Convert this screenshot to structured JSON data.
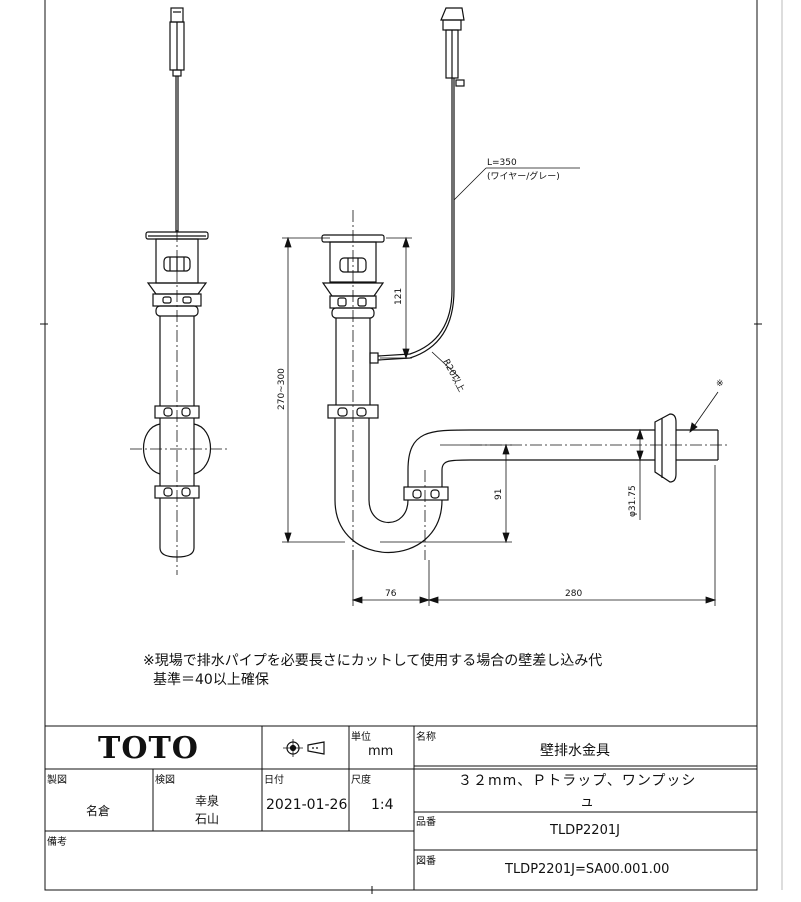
{
  "annotations": {
    "wire_length": "L=350",
    "wire_desc": "(ワイヤー/グレー)",
    "dim_121": "121",
    "dim_270_300": "270~300",
    "radius": "R20以上",
    "dim_91": "91",
    "dim_diameter": "φ31.75",
    "dim_76": "76",
    "dim_280": "280",
    "note_mark": "※"
  },
  "note": {
    "line1": "※現場で排水パイプを必要長さにカットして使用する場合の壁差し込み代",
    "line2": "基準＝40以上確保"
  },
  "title_block": {
    "logo": "TOTO",
    "unit_label": "単位",
    "unit_value": "mm",
    "name_label": "名称",
    "name_value": "壁排水金具",
    "spec_value": "３２mm、Ｐトラップ、ワンプッシ",
    "spec_value2": "ュ",
    "drafter_label": "製図",
    "drafter_value": "名倉",
    "checker_label": "検図",
    "checker_value1": "幸泉",
    "checker_value2": "石山",
    "date_label": "日付",
    "date_value": "2021-01-26",
    "scale_label": "尺度",
    "scale_value": "1:4",
    "part_label": "品番",
    "part_value": "TLDP2201J",
    "remarks_label": "備考",
    "drawing_label": "図番",
    "drawing_value": "TLDP2201J=SA00.001.00"
  }
}
